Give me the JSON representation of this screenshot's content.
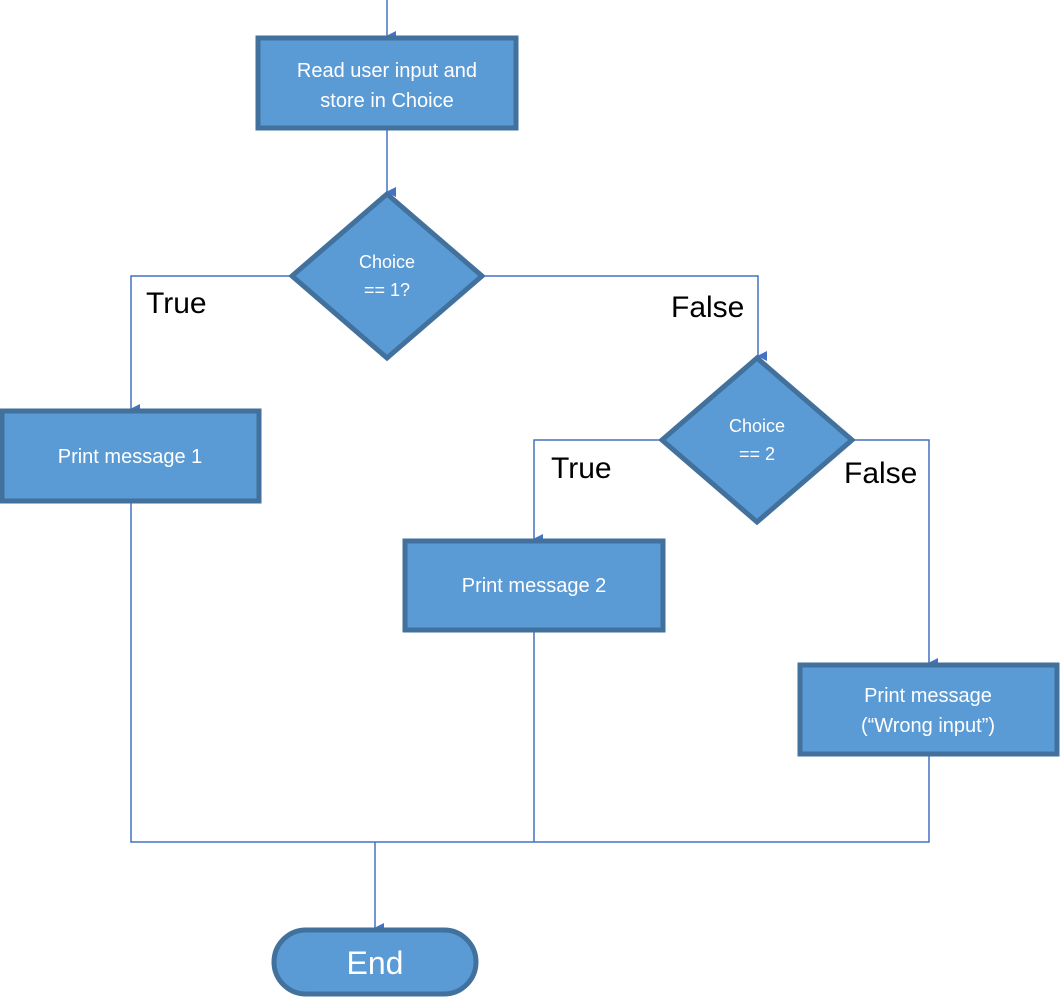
{
  "diagram": {
    "nodes": {
      "read_input": {
        "line1": "Read user input and",
        "line2": "store in Choice"
      },
      "decision_1": {
        "line1": "Choice",
        "line2": "== 1?"
      },
      "decision_2": {
        "line1": "Choice",
        "line2": "== 2"
      },
      "print_1": {
        "label": "Print message 1"
      },
      "print_2": {
        "label": "Print message 2"
      },
      "print_wrong": {
        "line1": "Print message",
        "line2": "(“Wrong input”)"
      },
      "end": {
        "label": "End"
      }
    },
    "edge_labels": {
      "d1_true": "True",
      "d1_false": "False",
      "d2_true": "True",
      "d2_false": "False"
    },
    "colors": {
      "node_fill": "#5b9bd5",
      "node_border": "#41719c",
      "connector": "#4472c4",
      "node_text": "#ffffff",
      "label_text": "#000000"
    }
  }
}
